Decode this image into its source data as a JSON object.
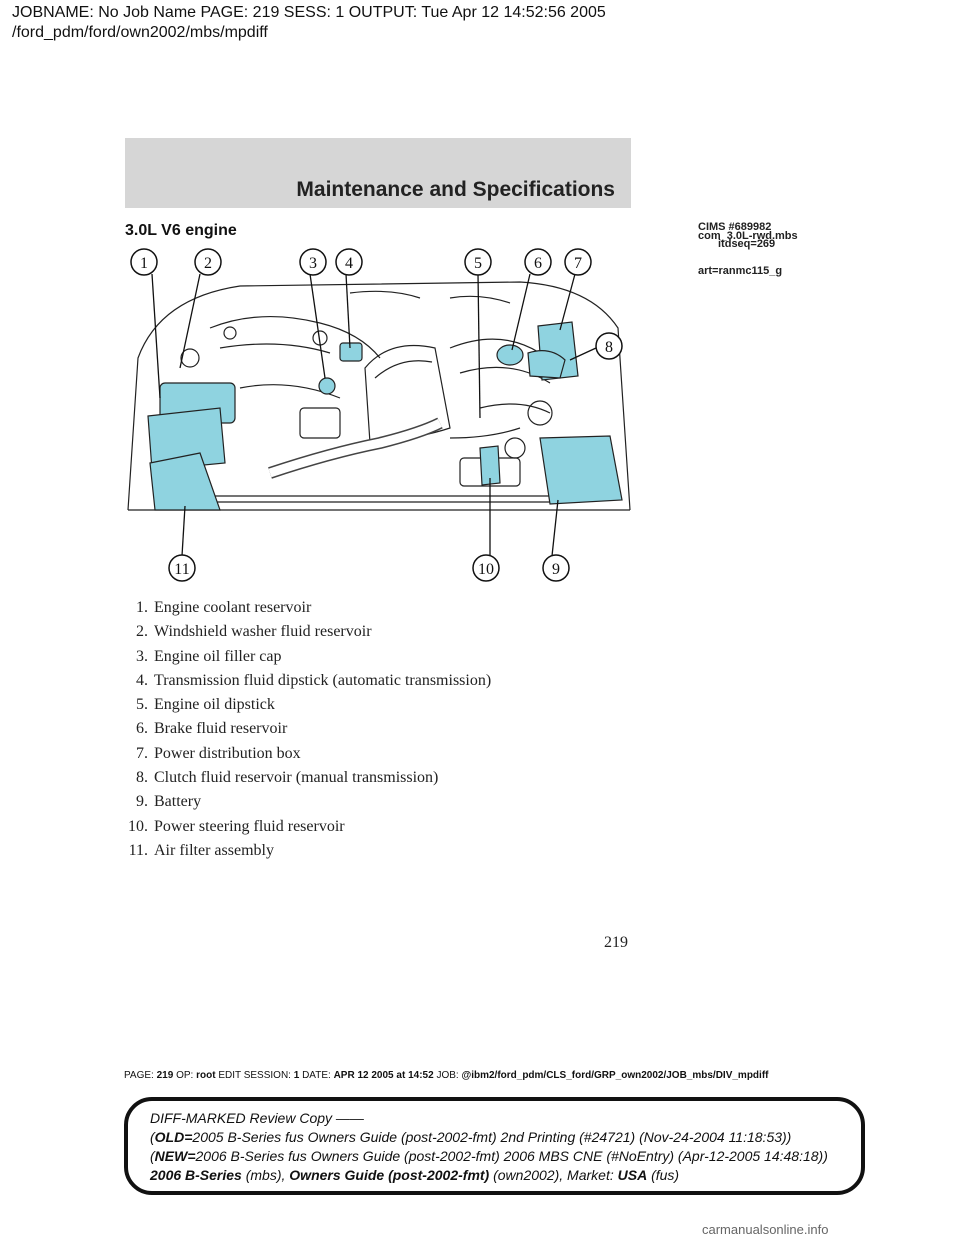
{
  "job_header": {
    "line1": "JOBNAME: No Job Name  PAGE: 219  SESS: 1  OUTPUT: Tue Apr 12 14:52:56 2005",
    "line2": "/ford_pdm/ford/own2002/mbs/mpdiff"
  },
  "section_header": "Maintenance and Specifications",
  "engine_title": "3.0L V6 engine",
  "cims": {
    "line1": "CIMS  #689982",
    "line2": "com_3.0L-rwd.mbs",
    "line3": "itdseq=269",
    "line4": "art=ranmc115_g"
  },
  "diagram_callouts": {
    "c1": "1",
    "c2": "2",
    "c3": "3",
    "c4": "4",
    "c5": "5",
    "c6": "6",
    "c7": "7",
    "c8": "8",
    "c9": "9",
    "c10": "10",
    "c11": "11"
  },
  "parts": [
    {
      "num": "1.",
      "label": "Engine coolant reservoir"
    },
    {
      "num": "2.",
      "label": "Windshield washer fluid reservoir"
    },
    {
      "num": "3.",
      "label": "Engine oil filler cap"
    },
    {
      "num": "4.",
      "label": "Transmission fluid dipstick (automatic transmission)"
    },
    {
      "num": "5.",
      "label": "Engine oil dipstick"
    },
    {
      "num": "6.",
      "label": "Brake fluid reservoir"
    },
    {
      "num": "7.",
      "label": "Power distribution box"
    },
    {
      "num": "8.",
      "label": "Clutch fluid reservoir (manual transmission)"
    },
    {
      "num": "9.",
      "label": "Battery"
    },
    {
      "num": "10.",
      "label": "Power steering fluid reservoir"
    },
    {
      "num": "11.",
      "label": "Air filter assembly"
    }
  ],
  "page_number": "219",
  "footer": {
    "page_label": "PAGE:",
    "page_value": "219",
    "op_label": "OP:",
    "op_value": "root",
    "session_label": "EDIT SESSION:",
    "session_value": "1",
    "date_label": "DATE:",
    "date_value": "APR 12 2005 at 14:52",
    "job_label": "JOB:",
    "job_value": "@ibm2/ford_pdm/CLS_ford/GRP_own2002/JOB_mbs/DIV_mpdiff"
  },
  "review": {
    "line1": "DIFF-MARKED Review Copy ——",
    "old_label": "OLD=",
    "old_text": "2005 B-Series fus Owners Guide (post-2002-fmt) 2nd Printing (#24721) (Nov-24-2004 11:18:53))",
    "new_label": "NEW=",
    "new_text": "2006 B-Series fus Owners Guide (post-2002-fmt) 2006 MBS CNE (#NoEntry) (Apr-12-2005 14:48:18))",
    "series_bold": "2006 B-Series",
    "series_code": " (mbs), ",
    "guide_bold": "Owners Guide (post-2002-fmt)",
    "guide_code": " (own2002), ",
    "market_label": "Market: ",
    "market_bold": "USA",
    "market_code": " (fus)"
  },
  "watermark": "carmanualsonline.info",
  "colors": {
    "header_band": "#d6d6d6",
    "highlight_part": "#8fd3e0"
  }
}
